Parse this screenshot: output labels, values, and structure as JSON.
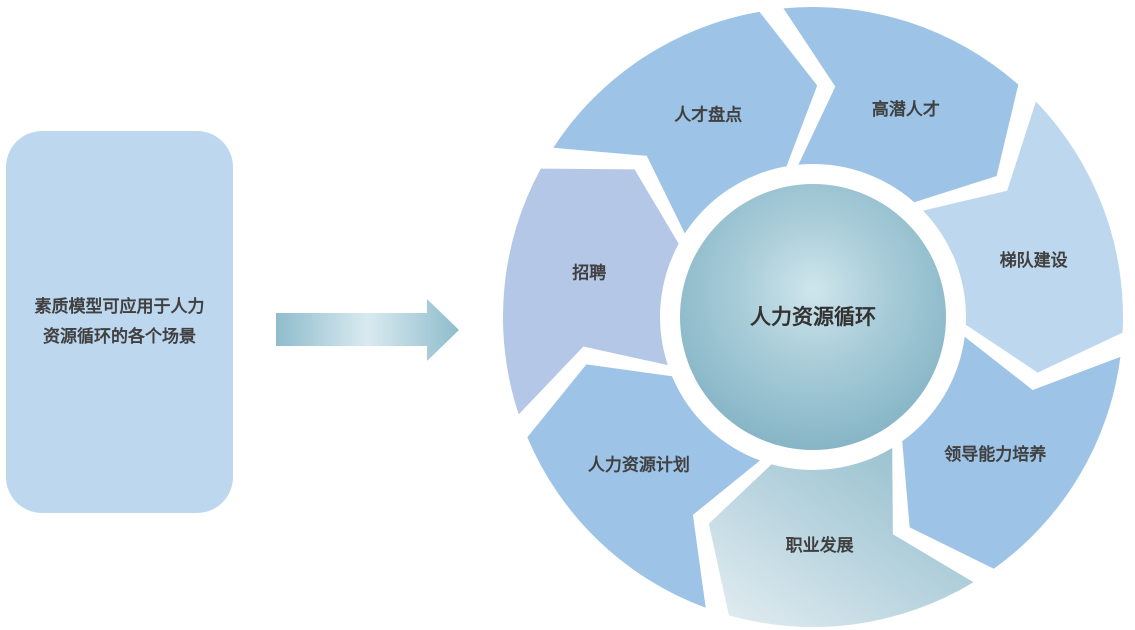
{
  "left_box": {
    "line1": "素质模型可应用于人力",
    "line2": "资源循环的各个场景"
  },
  "center": {
    "label": "人力资源循环"
  },
  "segments": [
    {
      "label": "人力资源计划",
      "color": "#9dc3e6"
    },
    {
      "label": "招聘",
      "color": "#b4c7e7"
    },
    {
      "label": "人才盘点",
      "color": "#9dc3e6"
    },
    {
      "label": "高潜人才",
      "color": "#9dc3e6"
    },
    {
      "label": "梯队建设",
      "color": "#bdd7ee"
    },
    {
      "label": "领导能力培养",
      "color": "#9dc3e6"
    },
    {
      "label": "职业发展",
      "color": "#a7cbd7"
    }
  ],
  "colors": {
    "box": "#bdd7ee",
    "arrow": "#8fbccc",
    "hub": "#8ab8c9",
    "text": "#404040"
  }
}
